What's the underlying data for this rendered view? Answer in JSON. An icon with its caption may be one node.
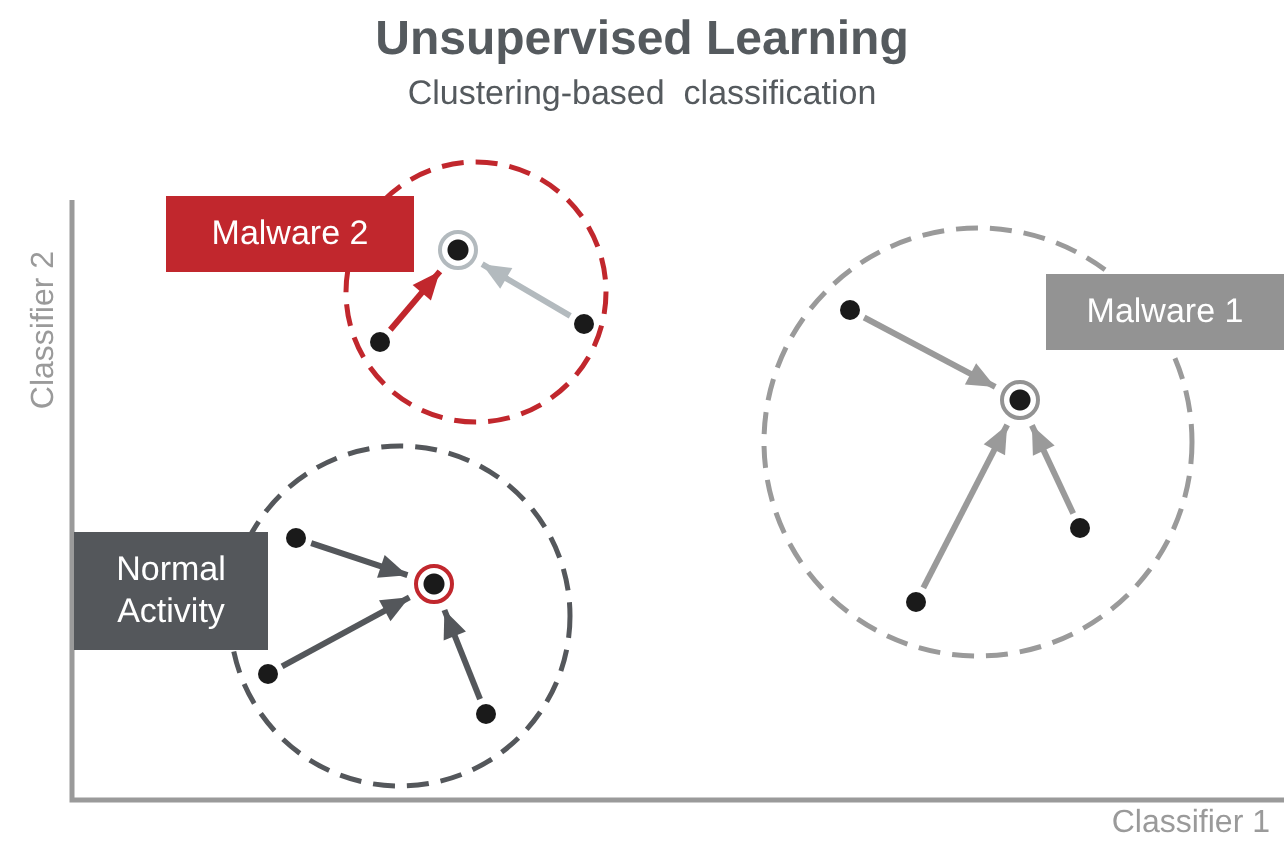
{
  "diagram": {
    "title": "Unsupervised Learning",
    "caption": "Clustering-based  classification",
    "nodes": [
      {
        "text": [
          "Malware 2"
        ]
      },
      {
        "text": [],
        "shape": "circle"
      },
      {
        "text": [],
        "shape": "circle",
        "in": 1
      },
      {
        "text": [],
        "shape": "circle",
        "in": 1
      },
      {
        "text": [],
        "shape": "circle",
        "in": 1
      },
      {
        "text": [
          "Malware 1"
        ]
      },
      {
        "text": [],
        "shape": "circle"
      },
      {
        "text": [],
        "shape": "circle",
        "in": 6
      },
      {
        "text": [],
        "shape": "circle",
        "in": 6
      },
      {
        "text": [],
        "shape": "circle",
        "in": 6
      },
      {
        "text": [],
        "shape": "circle",
        "in": 6
      },
      {
        "text": [
          "Normal Activity"
        ]
      },
      {
        "text": [],
        "shape": "circle"
      },
      {
        "text": [],
        "shape": "circle",
        "in": 12
      },
      {
        "text": [],
        "shape": "circle",
        "in": 12
      },
      {
        "text": [],
        "shape": "circle",
        "in": 12
      },
      {
        "text": [],
        "shape": "circle",
        "in": 12
      }
    ],
    "edges": [
      {
        "from": 3,
        "to": 2,
        "arrow": "to",
        "color": "#c1272d"
      },
      {
        "from": 4,
        "to": 2,
        "arrow": "to",
        "color": "#b3babe"
      },
      {
        "from": 7,
        "to": 8,
        "arrow": "to",
        "color": "#9a9a9a"
      },
      {
        "from": 9,
        "to": 8,
        "arrow": "to",
        "color": "#9a9a9a"
      },
      {
        "from": 10,
        "to": 8,
        "arrow": "to",
        "color": "#9a9a9a"
      },
      {
        "from": 13,
        "to": 14,
        "arrow": "to"
      },
      {
        "from": 15,
        "to": 14,
        "arrow": "to"
      },
      {
        "from": 16,
        "to": 14,
        "arrow": "to"
      }
    ],
    "labels": [
      "Classifier 2",
      "Classifier 1"
    ]
  }
}
